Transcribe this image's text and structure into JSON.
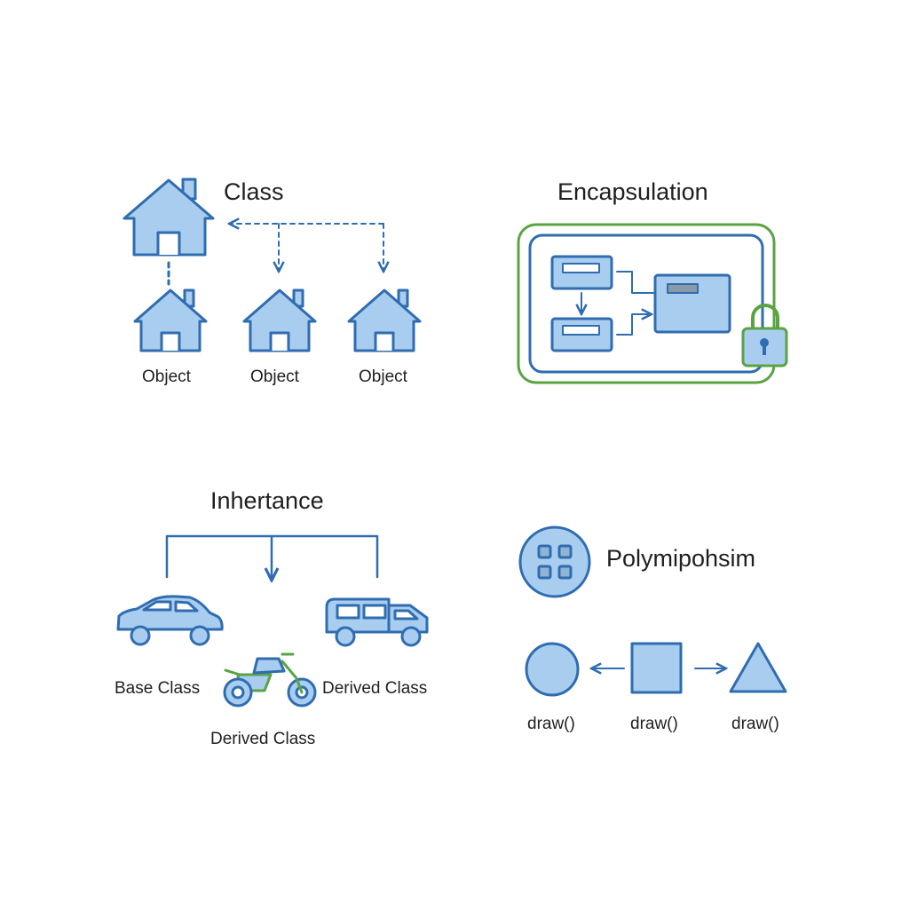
{
  "class_panel": {
    "title": "Class",
    "object_labels": [
      "Object",
      "Object",
      "Object"
    ]
  },
  "encapsulation_panel": {
    "title": "Encapsulation"
  },
  "inheritance_panel": {
    "title": "Inhertance",
    "base_label": "Base Class",
    "derived_label_right": "Derived Class",
    "derived_label_bottom": "Derived Class"
  },
  "polymorphism_panel": {
    "title": "Polymipohsim",
    "method_labels": [
      "draw()",
      "draw()",
      "draw()"
    ]
  },
  "colors": {
    "stroke_blue": "#2f6db0",
    "fill_blue": "#a9cdef",
    "accent_green": "#5aa343",
    "text": "#1f1f1f"
  }
}
